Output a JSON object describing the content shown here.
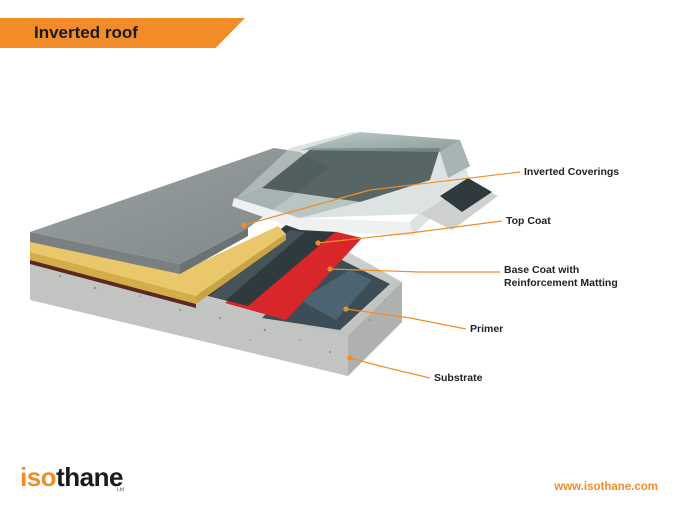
{
  "title": "Inverted roof",
  "callouts": {
    "inverted_coverings": "Inverted Coverings",
    "top_coat": "Top Coat",
    "base_coat_line1": "Base Coat with",
    "base_coat_line2": "Reinforcement Matting",
    "primer": "Primer",
    "substrate": "Substrate"
  },
  "logo": {
    "part_a": "iso",
    "part_b": "thane",
    "suffix": "Ltd"
  },
  "website": "www.isothane.com",
  "colors": {
    "accent": "#f28c28",
    "callout_line": "#f28c28",
    "top_coat": "#2f3a3e",
    "base_coat": "#d8262b",
    "primer": "#3d4d56",
    "substrate": "#c9cbc8",
    "insulation": "#e9c76a",
    "screed": "#8f9596"
  },
  "icons": [
    "isothane-logo"
  ]
}
